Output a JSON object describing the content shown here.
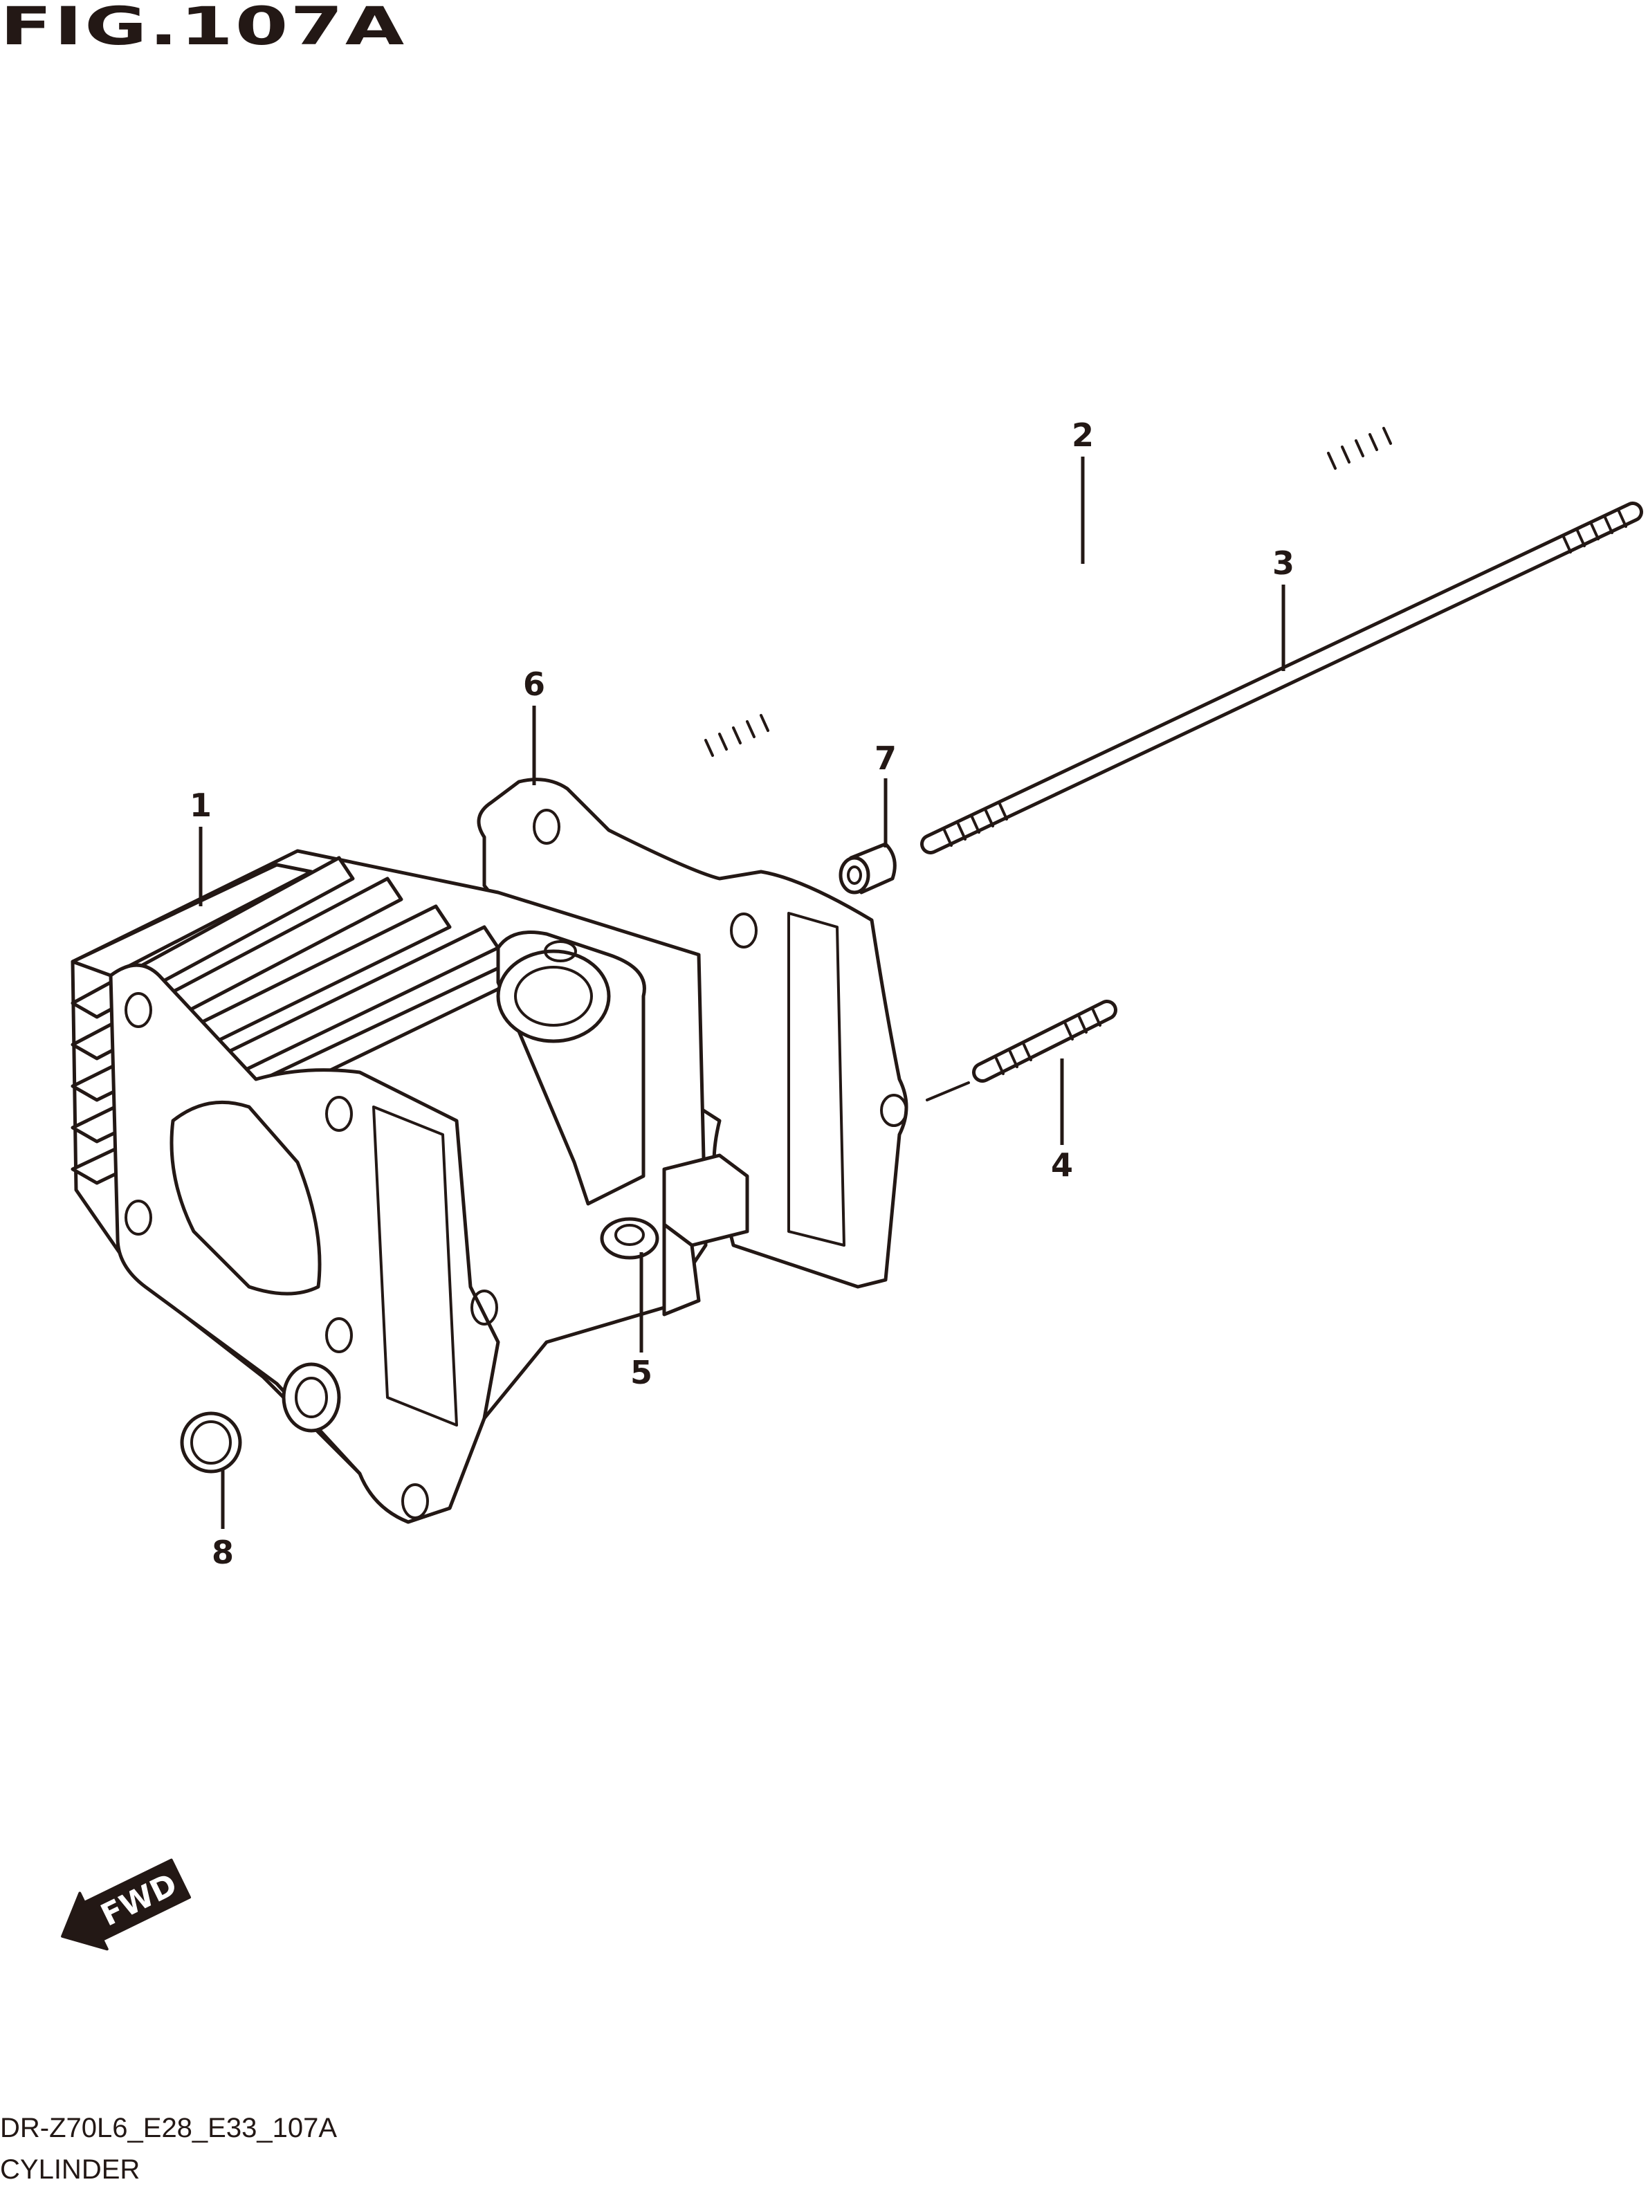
{
  "figure": {
    "title": "FIG.107A",
    "code": "DR-Z70L6_E28_E33_107A",
    "name": "CYLINDER"
  },
  "callouts": [
    {
      "id": "1",
      "label": "1"
    },
    {
      "id": "2",
      "label": "2"
    },
    {
      "id": "3",
      "label": "3"
    },
    {
      "id": "4",
      "label": "4"
    },
    {
      "id": "5",
      "label": "5"
    },
    {
      "id": "6",
      "label": "6"
    },
    {
      "id": "7",
      "label": "7"
    },
    {
      "id": "8",
      "label": "8"
    }
  ],
  "direction_marker": {
    "label": "FWD"
  },
  "colors": {
    "ink": "#231815",
    "background": "#ffffff"
  },
  "icons": [
    "fwd-arrow-icon"
  ]
}
